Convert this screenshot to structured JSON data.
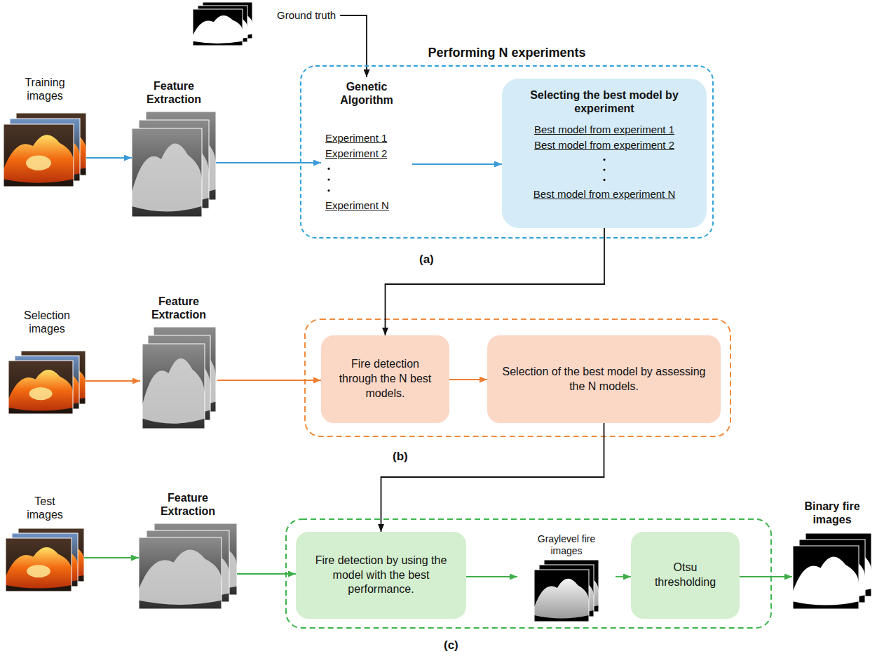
{
  "diagram": {
    "nodes": [
      {
        "text": [
          "Ground truth"
        ]
      },
      {
        "text": [
          "Training images"
        ]
      },
      {
        "text": [
          "Feature Extraction"
        ]
      },
      {
        "text": [
          "Performing N experiments"
        ]
      },
      {
        "text": [
          "Genetic Algorithm",
          "Experiment 1",
          "Experiment 2",
          "Experiment N"
        ],
        "in": 3
      },
      {
        "text": [
          "Selecting the best model by experiment",
          "Best model from experiment 1",
          "Best model from experiment 2",
          "Best model from experiment N"
        ],
        "in": 3
      },
      {
        "text": [
          "Selection images"
        ]
      },
      {
        "text": [
          "Feature Extraction"
        ]
      },
      {
        "text": [
          "Fire detection through the N best models."
        ]
      },
      {
        "text": [
          "Selection of the best model by assessing the N models."
        ]
      },
      {
        "text": [
          "Test images"
        ]
      },
      {
        "text": [
          "Feature Extraction"
        ]
      },
      {
        "text": [
          "Fire detection by using the model with the best performance."
        ]
      },
      {
        "text": [
          "Graylevel fire images"
        ]
      },
      {
        "text": [
          "Otsu thresholding"
        ]
      },
      {
        "text": [
          "Binary fire images"
        ]
      }
    ],
    "edges": [
      {
        "from": 0,
        "to": 4,
        "arrow": "to"
      },
      {
        "from": 1,
        "to": 2,
        "arrow": "to"
      },
      {
        "from": 2,
        "to": 4,
        "arrow": "to"
      },
      {
        "from": 4,
        "to": 5,
        "arrow": "to"
      },
      {
        "from": 5,
        "to": 8,
        "arrow": "to"
      },
      {
        "from": 6,
        "to": 7,
        "arrow": "to"
      },
      {
        "from": 7,
        "to": 8,
        "arrow": "to"
      },
      {
        "from": 8,
        "to": 9,
        "arrow": "to"
      },
      {
        "from": 9,
        "to": 12,
        "arrow": "to"
      },
      {
        "from": 10,
        "to": 11,
        "arrow": "to"
      },
      {
        "from": 11,
        "to": 12,
        "arrow": "to"
      },
      {
        "from": 12,
        "to": 13,
        "arrow": "to"
      },
      {
        "from": 13,
        "to": 14,
        "arrow": "to"
      },
      {
        "from": 14,
        "to": 15,
        "arrow": "to"
      }
    ],
    "labels": [
      "(a)",
      "(b)",
      "(c)"
    ]
  }
}
